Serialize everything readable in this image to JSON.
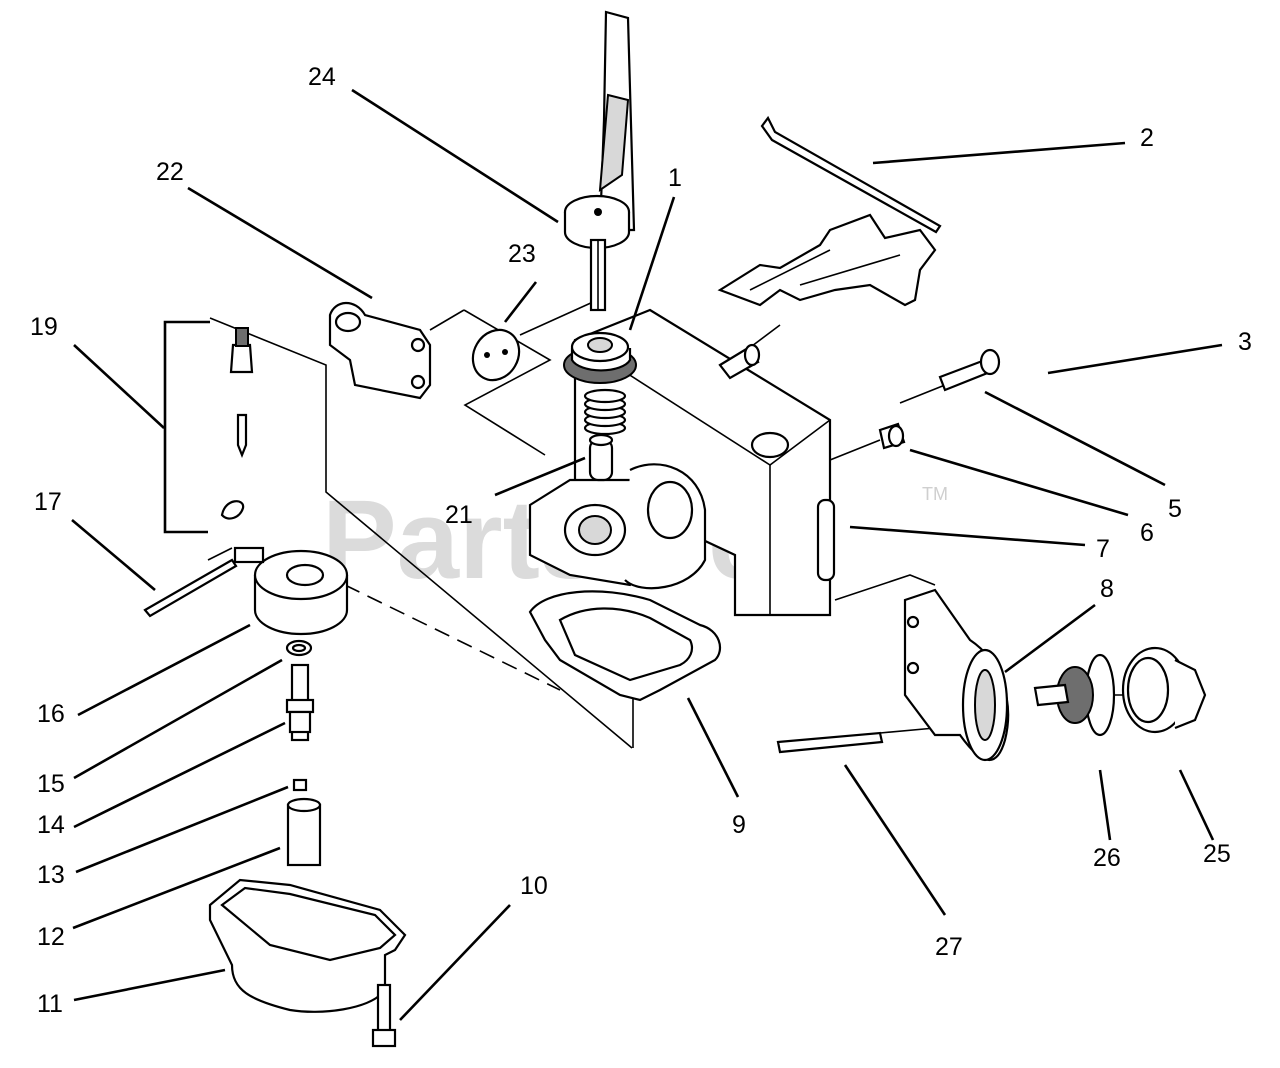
{
  "watermark": {
    "text": "PartsTree",
    "tm": "TM"
  },
  "callouts": {
    "c1": "1",
    "c2": "2",
    "c3": "3",
    "c5": "5",
    "c6": "6",
    "c7": "7",
    "c8": "8",
    "c9": "9",
    "c10": "10",
    "c11": "11",
    "c12": "12",
    "c13": "13",
    "c14": "14",
    "c15": "15",
    "c16": "16",
    "c17": "17",
    "c19": "19",
    "c21": "21",
    "c22": "22",
    "c23": "23",
    "c24": "24",
    "c25": "25",
    "c26": "26",
    "c27": "27"
  }
}
